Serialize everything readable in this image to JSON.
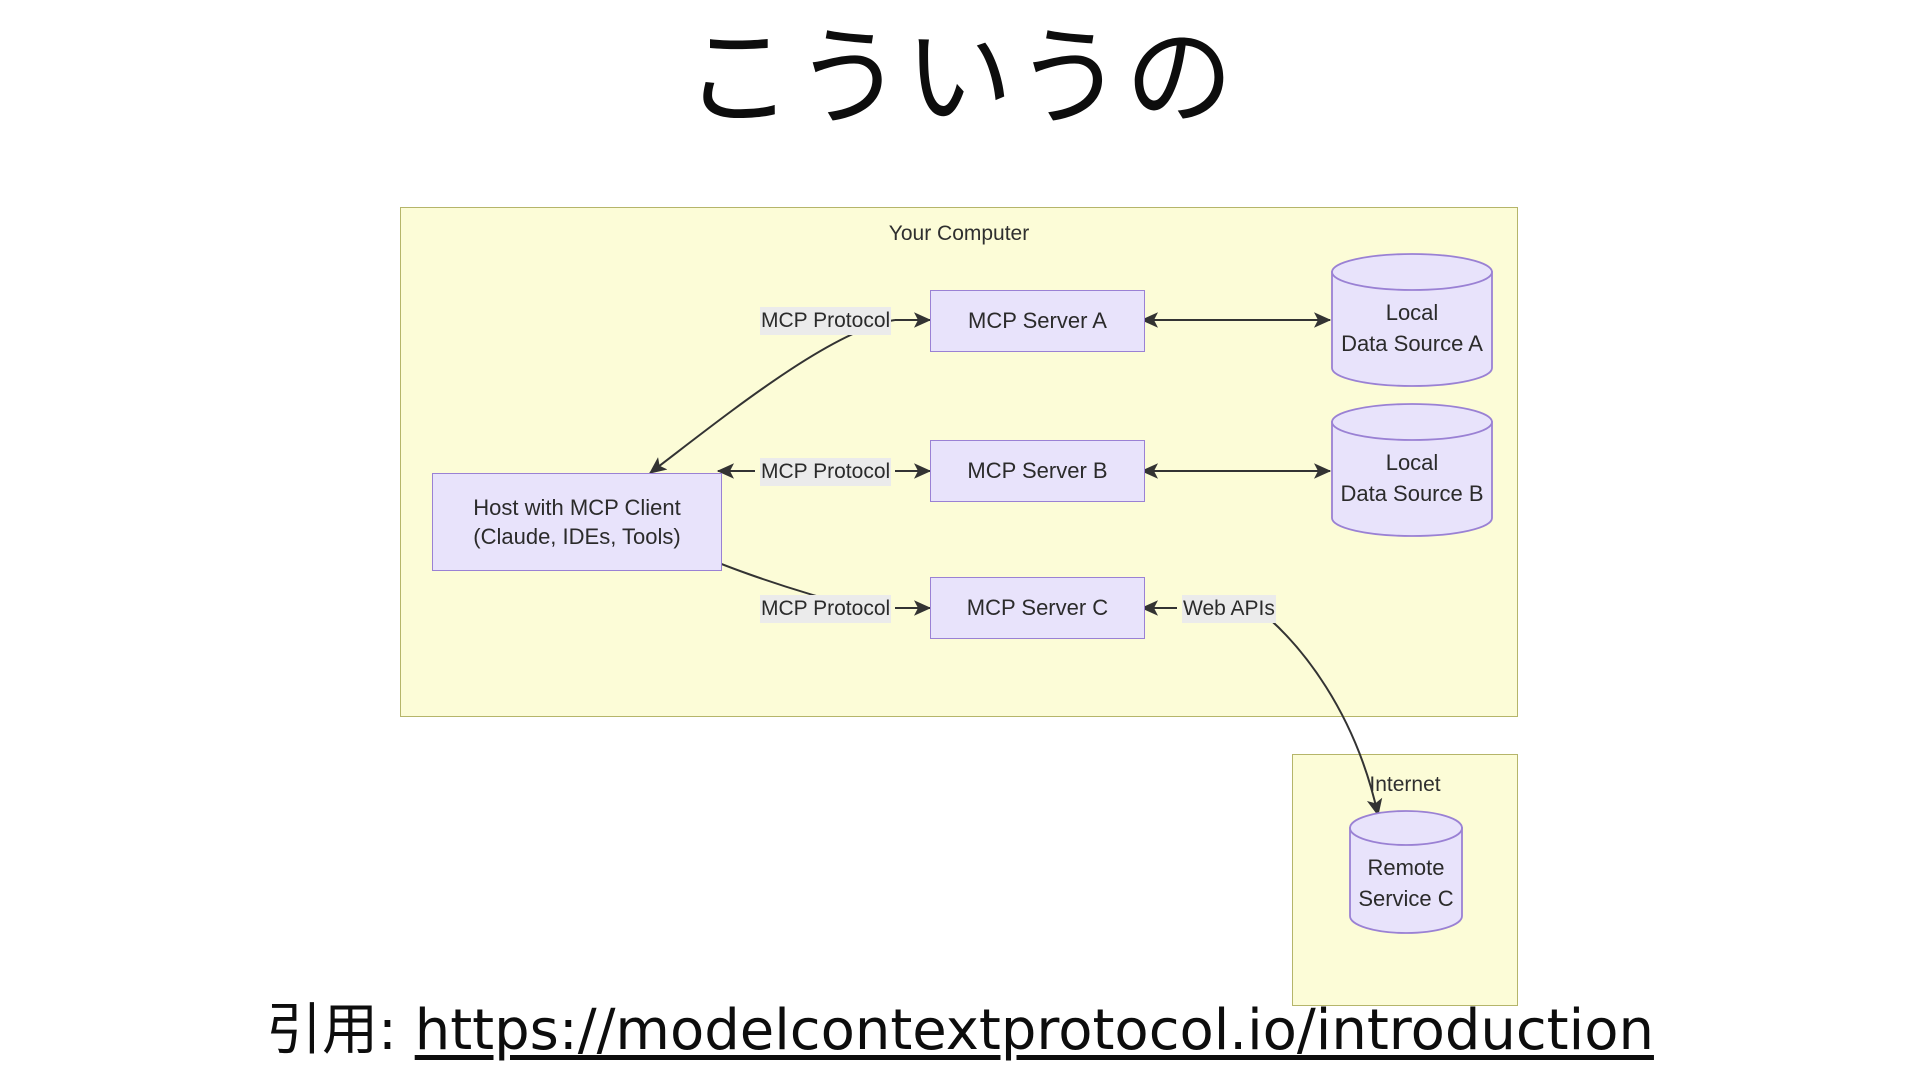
{
  "slide": {
    "title": "こういうの",
    "background_color": "#ffffff"
  },
  "colors": {
    "group_fill": "#fcfcd7",
    "group_stroke": "#b5b56a",
    "node_fill": "#e8e3fb",
    "node_stroke": "#9a81d4",
    "edge_label_bg": "#ebebeb",
    "arrow_stroke": "#333333",
    "text": "#2b2b2b"
  },
  "diagram": {
    "groups": [
      {
        "id": "your-computer",
        "label": "Your Computer"
      },
      {
        "id": "internet",
        "label": "Internet"
      }
    ],
    "nodes": [
      {
        "id": "host",
        "type": "box",
        "lines": [
          "Host with MCP Client",
          "(Claude, IDEs, Tools)"
        ]
      },
      {
        "id": "server-a",
        "type": "box",
        "lines": [
          "MCP Server A"
        ]
      },
      {
        "id": "server-b",
        "type": "box",
        "lines": [
          "MCP Server B"
        ]
      },
      {
        "id": "server-c",
        "type": "box",
        "lines": [
          "MCP Server C"
        ]
      },
      {
        "id": "data-source-a",
        "type": "cylinder",
        "lines": [
          "Local",
          "Data Source A"
        ]
      },
      {
        "id": "data-source-b",
        "type": "cylinder",
        "lines": [
          "Local",
          "Data Source B"
        ]
      },
      {
        "id": "remote-service-c",
        "type": "cylinder",
        "lines": [
          "Remote",
          "Service C"
        ]
      }
    ],
    "edges": [
      {
        "id": "host-server-a",
        "label": "MCP Protocol",
        "from": "host",
        "to": "server-a",
        "direction": "one-way"
      },
      {
        "id": "host-server-b",
        "label": "MCP Protocol",
        "from": "host",
        "to": "server-b",
        "direction": "one-way"
      },
      {
        "id": "host-server-c",
        "label": "MCP Protocol",
        "from": "host",
        "to": "server-c",
        "direction": "one-way"
      },
      {
        "id": "server-a-data-a",
        "label": "",
        "from": "server-a",
        "to": "data-source-a",
        "direction": "two-way"
      },
      {
        "id": "server-b-data-b",
        "label": "",
        "from": "server-b",
        "to": "data-source-b",
        "direction": "two-way"
      },
      {
        "id": "server-c-web",
        "label": "Web APIs",
        "from": "server-c",
        "to": "remote-service-c",
        "direction": "one-way"
      }
    ]
  },
  "footer": {
    "prefix": "引用: ",
    "url": "https://modelcontextprotocol.io/introduction"
  }
}
